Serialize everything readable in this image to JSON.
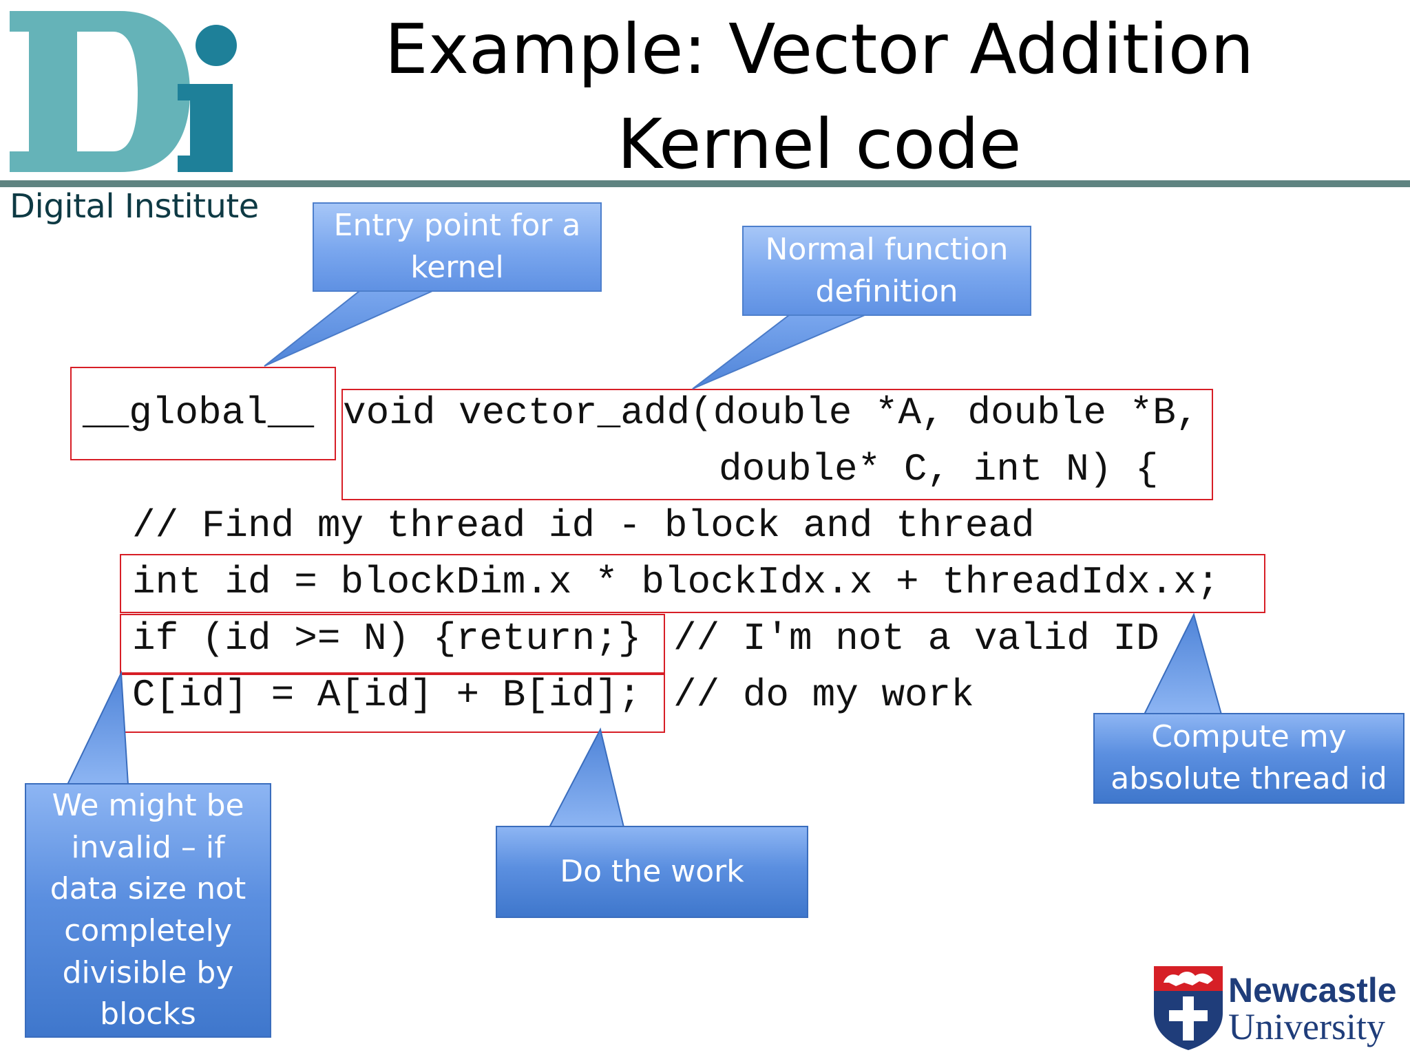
{
  "logo": {
    "letters": "Di",
    "caption": "Digital Institute",
    "colors": {
      "d": "#65b3b8",
      "i": "#1e8099"
    }
  },
  "title": {
    "line1": "Example: Vector Addition",
    "line2": "Kernel code"
  },
  "code": {
    "global_keyword": "__global__",
    "signature_line1": "void vector_add(double *A, double *B,",
    "signature_line2": "double* C, int N) {",
    "comment_find": "// Find my thread id - block and thread",
    "id_line": "int id = blockDim.x * blockIdx.x + threadIdx.x;",
    "if_line": "if (id >= N) {return;}",
    "if_comment": "// I'm not a valid ID",
    "work_line": "C[id] = A[id] + B[id];",
    "work_comment": "// do my work"
  },
  "callouts": {
    "entry_point": "Entry point for a kernel",
    "normal_function": "Normal function definition",
    "compute_id": "Compute my absolute thread id",
    "do_work": "Do the work",
    "invalid": "We might be invalid – if data size not completely divisible by blocks"
  },
  "university": {
    "line1": "Newcastle",
    "line2": "University"
  },
  "colors": {
    "title_rule": "#5f8481",
    "highlight_box": "#d71e26",
    "callout_fill": "#5b8fe0",
    "university_blue": "#1f3d7a"
  }
}
